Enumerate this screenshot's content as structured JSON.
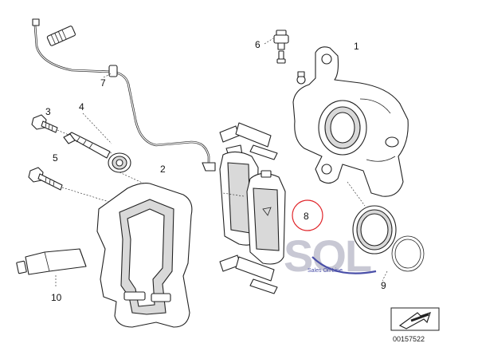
{
  "parts": [
    {
      "number": "1"
    },
    {
      "number": "2"
    },
    {
      "number": "3"
    },
    {
      "number": "4"
    },
    {
      "number": "5"
    },
    {
      "number": "6"
    },
    {
      "number": "7"
    },
    {
      "number": "8"
    },
    {
      "number": "9"
    },
    {
      "number": "10"
    }
  ],
  "logo": {
    "text": "SOL",
    "tagline": "Sales On Line",
    "colors": {
      "letters": "#c8c8d4",
      "accent": "#4a4fa8"
    }
  },
  "highlight": {
    "part": "8",
    "color": "#e0262b"
  },
  "footer": {
    "diagram_id": "00157522"
  }
}
